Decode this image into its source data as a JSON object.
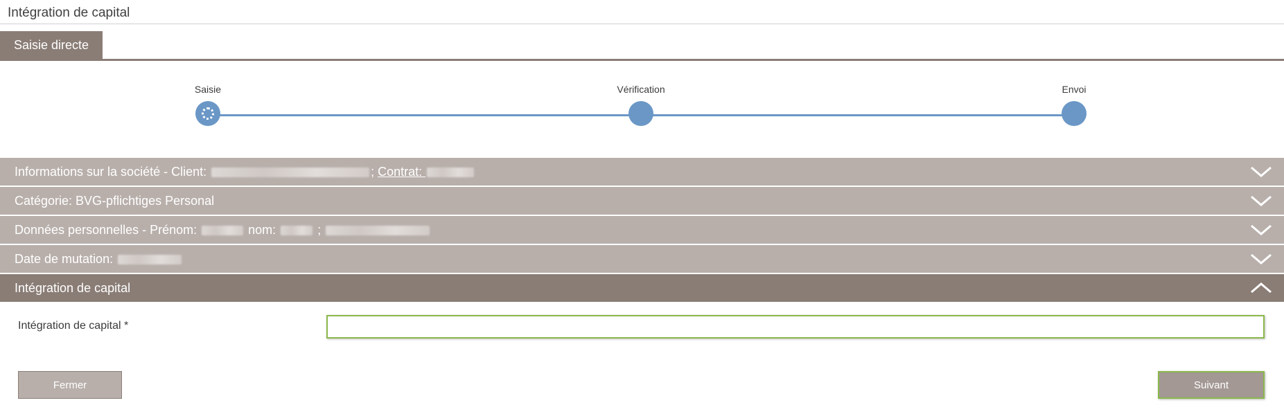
{
  "page": {
    "title": "Intégration de capital"
  },
  "tabs": [
    {
      "label": "Saisie directe",
      "active": true
    }
  ],
  "stepper": {
    "steps": [
      {
        "label": "Saisie",
        "state": "in-progress"
      },
      {
        "label": "Vérification",
        "state": "pending"
      },
      {
        "label": "Envoi",
        "state": "pending"
      }
    ]
  },
  "sections": {
    "company": {
      "prefix": "Informations sur la société - Client: ",
      "contract_label": "Contrat: "
    },
    "category": {
      "text": "Catégorie: BVG-pflichtiges Personal"
    },
    "personal": {
      "prefix": "Données personnelles - Prénom: ",
      "nom_label": " nom: ",
      "sep": " ; "
    },
    "mutation": {
      "prefix": "Date de mutation: "
    },
    "capital": {
      "text": "Intégration de capital"
    }
  },
  "form": {
    "capital_label": "Intégration de capital *",
    "capital_value": ""
  },
  "buttons": {
    "close": "Fermer",
    "next": "Suivant"
  },
  "colors": {
    "accent": "#8a7d76",
    "accordion": "#b8afab",
    "stepper": "#6a97c6",
    "focus": "#8ab84a"
  },
  "icons": {
    "accordion_closed": "chevron-down-icon",
    "accordion_open": "chevron-up-icon",
    "step_active": "spinner-icon"
  }
}
